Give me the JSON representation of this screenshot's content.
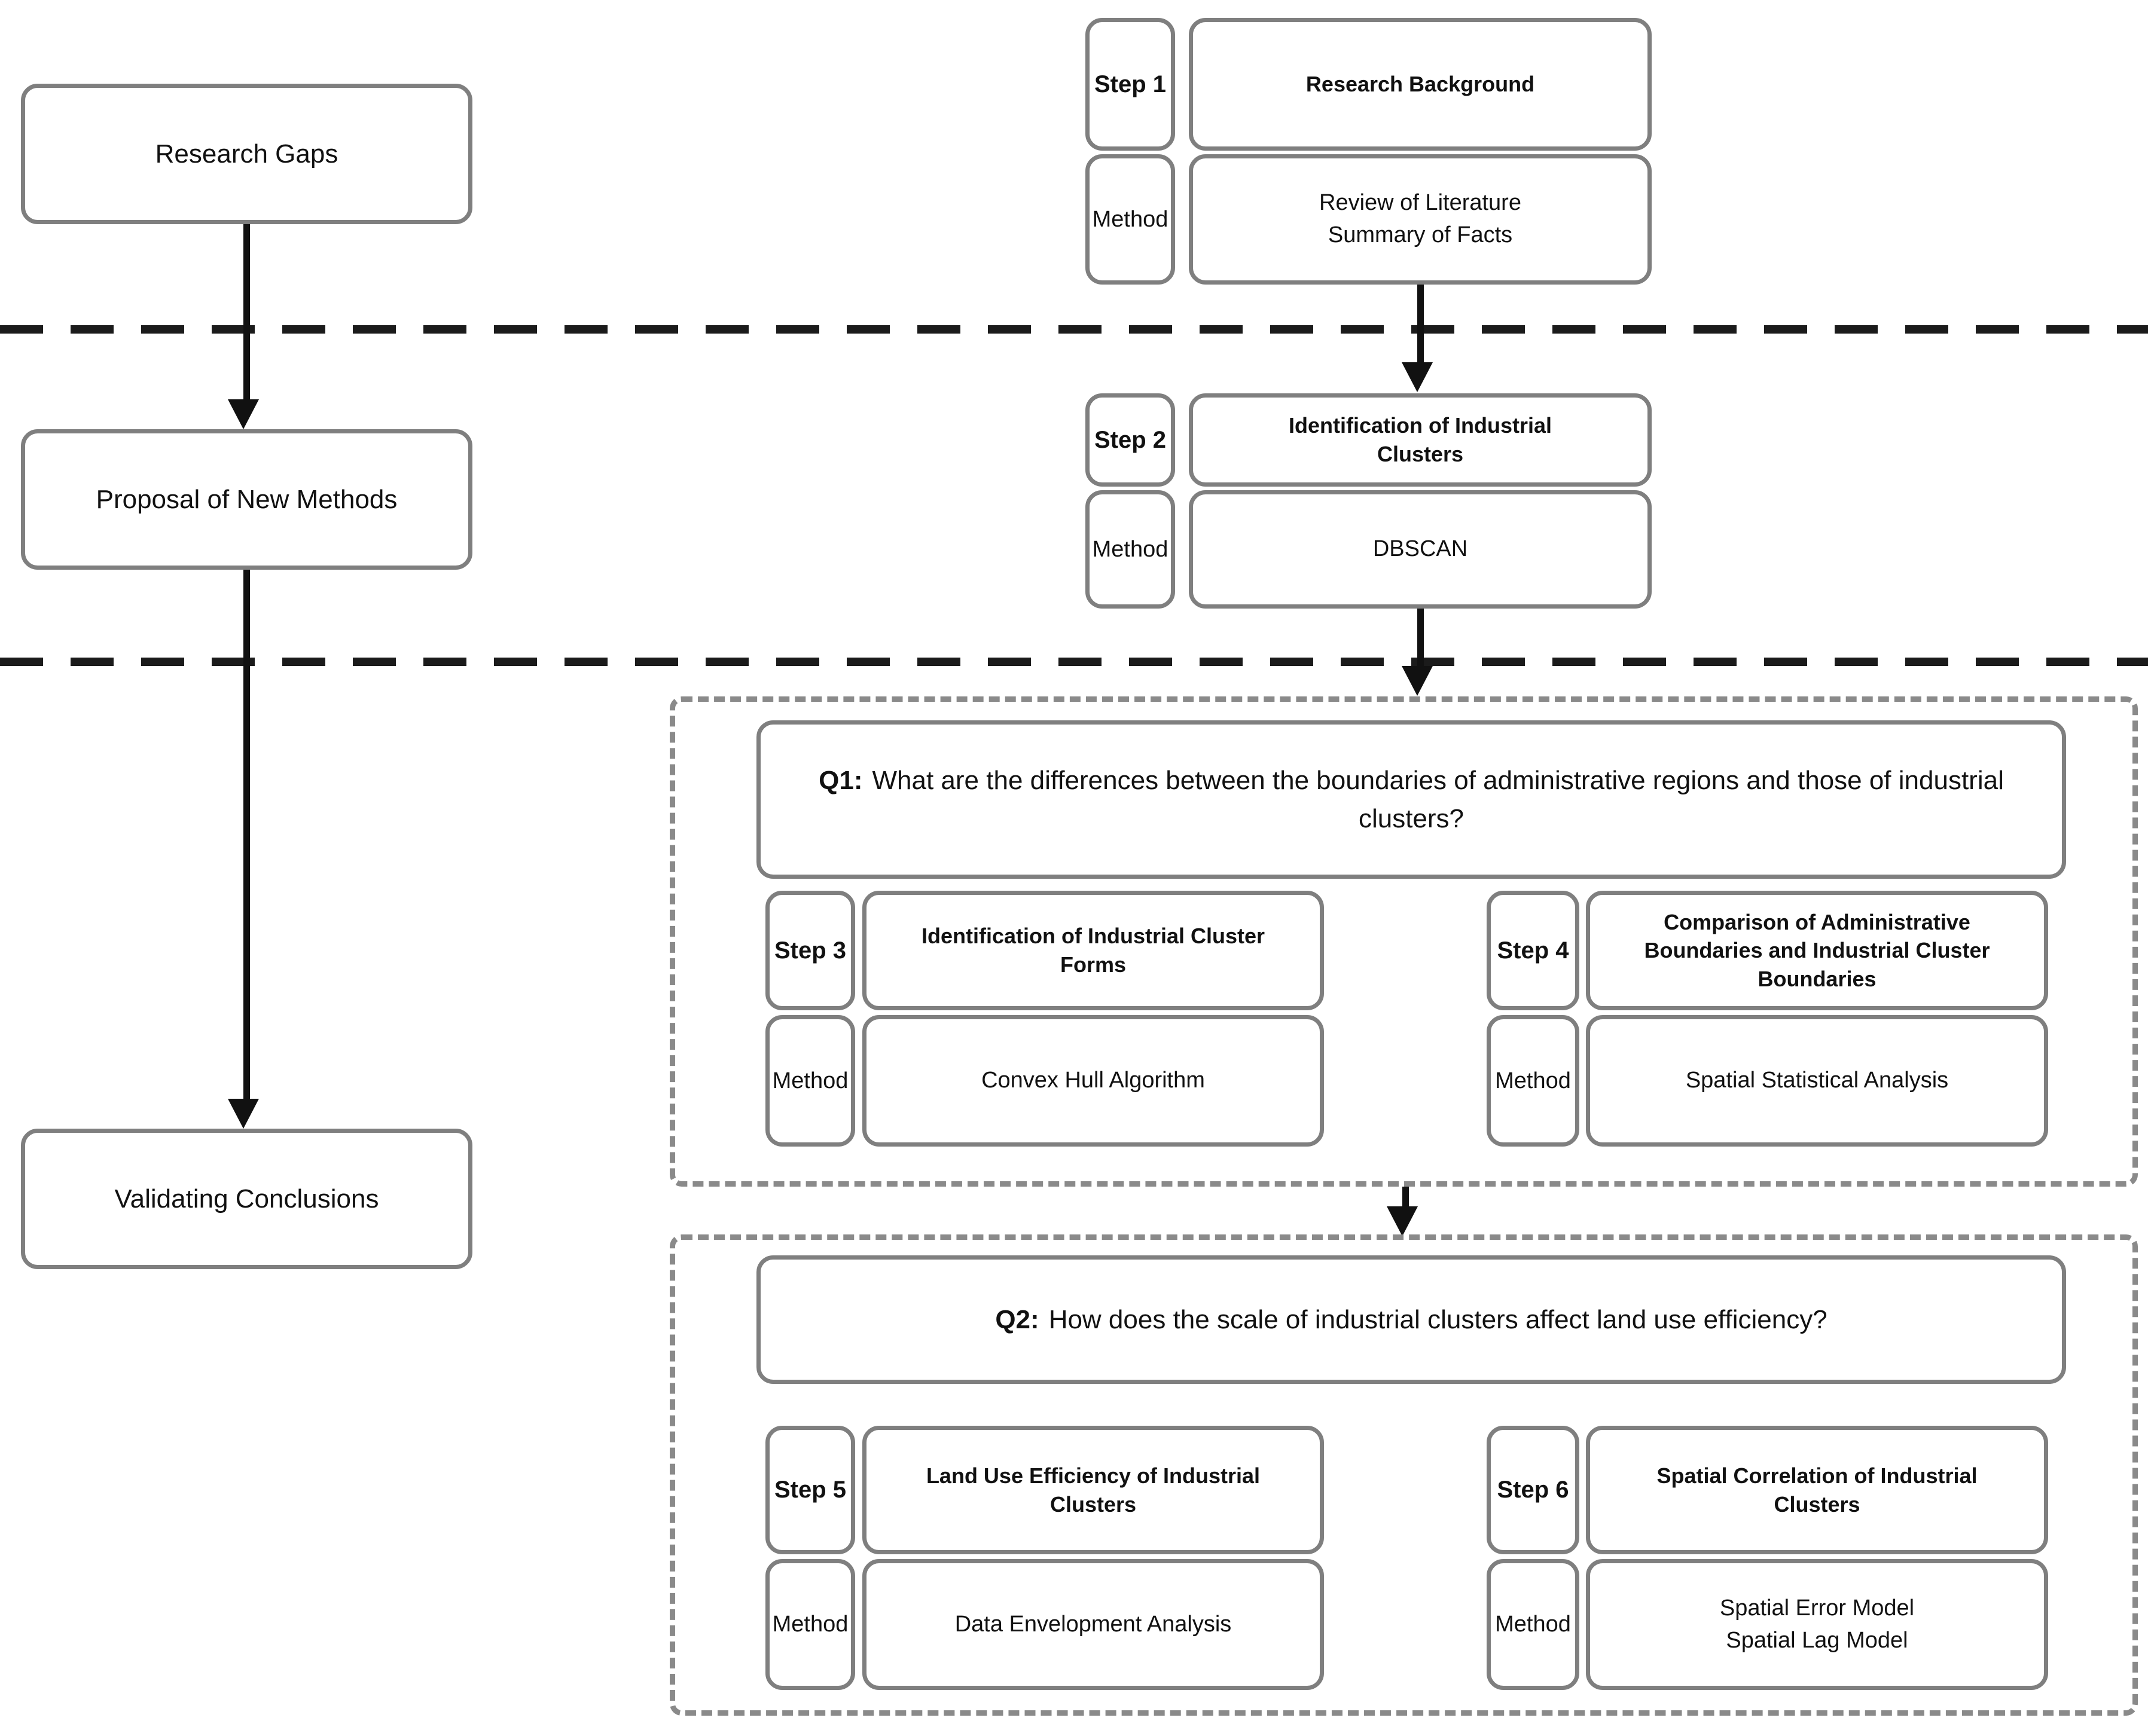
{
  "left_flow": {
    "boxes": [
      {
        "label": "Research Gaps"
      },
      {
        "label": "Proposal of New Methods"
      },
      {
        "label": "Validating Conclusions"
      }
    ]
  },
  "steps": [
    {
      "step_label": "Step 1",
      "title_lines": [
        "Research Background"
      ],
      "method_label": "Method",
      "method_lines": [
        "Review of Literature",
        "Summary of Facts"
      ]
    },
    {
      "step_label": "Step 2",
      "title_lines": [
        "Identification of Industrial",
        "Clusters"
      ],
      "method_label": "Method",
      "method_lines": [
        "DBSCAN"
      ]
    },
    {
      "step_label": "Step 3",
      "title_lines": [
        "Identification of Industrial Cluster",
        "Forms"
      ],
      "method_label": "Method",
      "method_lines": [
        "Convex Hull Algorithm"
      ]
    },
    {
      "step_label": "Step 4",
      "title_lines": [
        "Comparison of Administrative",
        "Boundaries and Industrial Cluster",
        "Boundaries"
      ],
      "method_label": "Method",
      "method_lines": [
        "Spatial Statistical Analysis"
      ]
    },
    {
      "step_label": "Step 5",
      "title_lines": [
        "Land Use Efficiency of Industrial",
        "Clusters"
      ],
      "method_label": "Method",
      "method_lines": [
        "Data Envelopment Analysis"
      ]
    },
    {
      "step_label": "Step 6",
      "title_lines": [
        "Spatial Correlation of Industrial",
        "Clusters"
      ],
      "method_label": "Method",
      "method_lines": [
        "Spatial Error Model",
        "Spatial Lag Model"
      ]
    }
  ],
  "questions": [
    {
      "prefix": "Q1:",
      "text": "What are the differences between the boundaries of administrative regions and those of industrial clusters?"
    },
    {
      "prefix": "Q2:",
      "text": "How does the scale of industrial clusters affect land use efficiency?"
    }
  ],
  "colors": {
    "background": "#ffffff",
    "box_border": "#7f7f7f",
    "dashed_separator": "#1b1b1b",
    "dashed_container": "#8a8a8a",
    "text": "#111111",
    "arrow": "#111111"
  }
}
